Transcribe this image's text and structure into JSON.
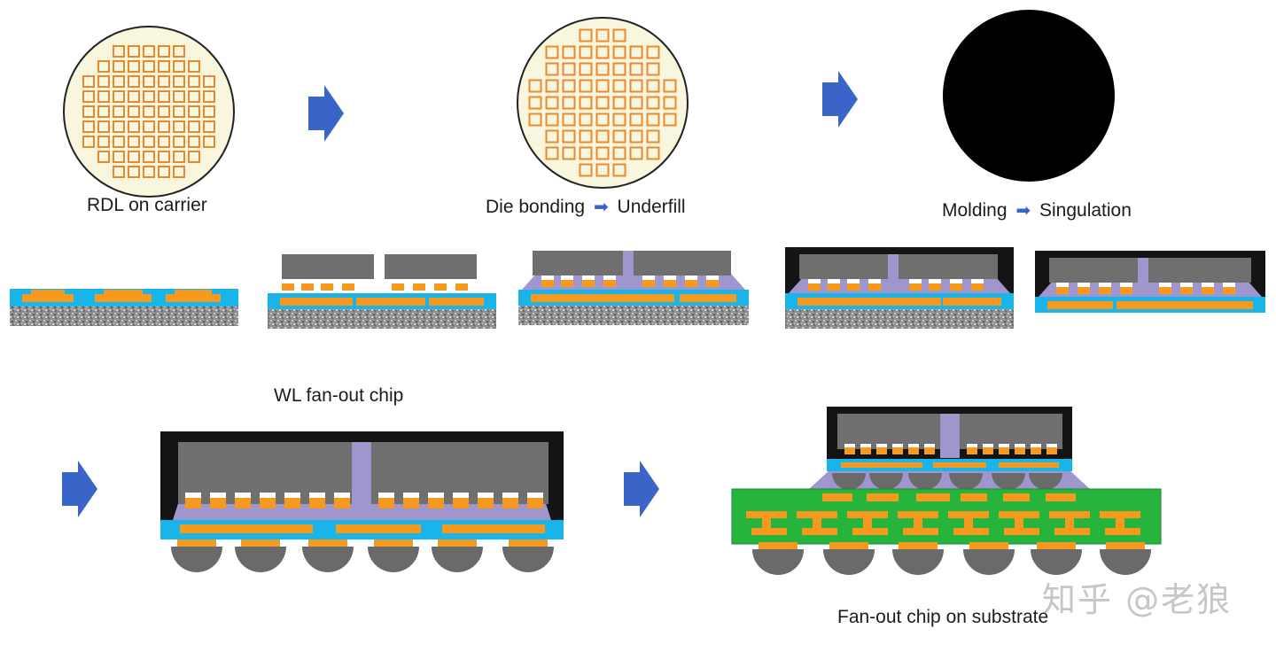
{
  "labels": {
    "rdl_on_carrier": "RDL on carrier",
    "die_bonding": "Die bonding",
    "underfill": "Underfill",
    "molding": "Molding",
    "singulation": "Singulation",
    "wl_fanout_chip": "WL fan-out chip",
    "fanout_on_substrate": "Fan-out chip on substrate"
  },
  "watermark": "知乎 @老狼",
  "colors": {
    "arrow": "#3a64c8",
    "rdl_blue": "#19b5ea",
    "pad_orange": "#f59a1e",
    "die_gray": "#6f6f6f",
    "mold_black": "#141414",
    "underfill_purple": "#9e96cc",
    "substrate_green": "#26b43c",
    "wafer_fill": "#f8f6dc",
    "die_outline": "#e8892f",
    "solder_ball": "#6a6a6a"
  }
}
